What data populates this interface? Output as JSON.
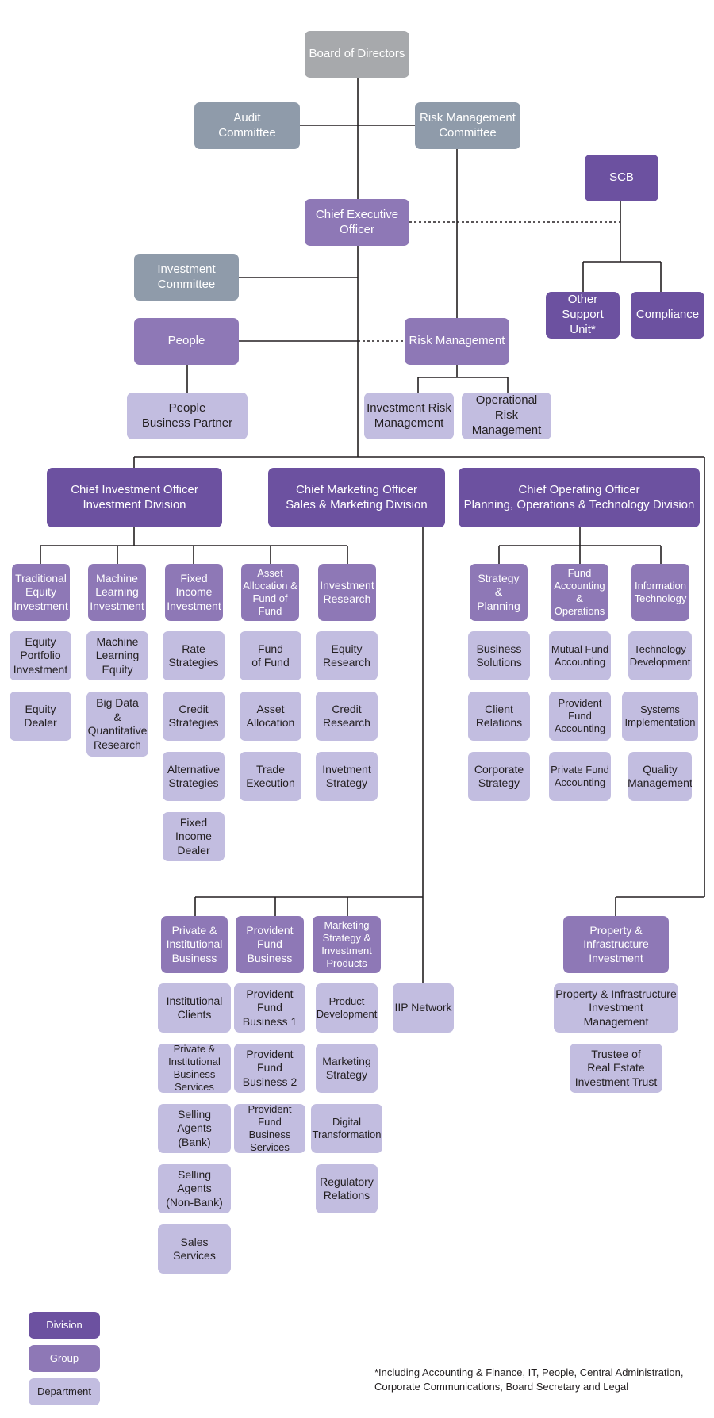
{
  "colors": {
    "gray": "#a7a9ac",
    "slate": "#8f9baa",
    "division": "#6c51a0",
    "group": "#8e78b6",
    "department": "#c2bde0",
    "line": "#231f20"
  },
  "nodes": {
    "board": "Board of Directors",
    "audit": "Audit\nCommittee",
    "riskCommittee": "Risk Management\nCommittee",
    "scb": "SCB",
    "ceo": "Chief Executive\nOfficer",
    "investmentCommittee": "Investment\nCommittee",
    "otherSupport": "Other\nSupport Unit*",
    "compliance": "Compliance",
    "people": "People",
    "riskManagement": "Risk Management",
    "peoplePartner": "People\nBusiness Partner",
    "investmentRisk": "Investment Risk\nManagement",
    "operationalRisk": "Operational Risk\nManagement",
    "cio": "Chief Investment Officer\nInvestment Division",
    "cmo": "Chief Marketing Officer\nSales & Marketing Division",
    "coo": "Chief Operating Officer\nPlanning, Operations & Technology Division",
    "traditionalEquity": "Traditional\nEquity\nInvestment",
    "mlInvestment": "Machine\nLearning\nInvestment",
    "fixedIncome": "Fixed\nIncome\nInvestment",
    "assetAllocation": "Asset\nAllocation &\nFund of\nFund",
    "investmentResearch": "Investment\nResearch",
    "equityPortfolio": "Equity\nPortfolio\nInvestment",
    "equityDealer": "Equity\nDealer",
    "mlEquity": "Machine\nLearning\nEquity",
    "bigData": "Big Data\n&\nQuantitative\nResearch",
    "rateStrategies": "Rate\nStrategies",
    "creditStrategies": "Credit\nStrategies",
    "alternativeStrategies": "Alternative\nStrategies",
    "fixedIncomeDealer": "Fixed\nIncome\nDealer",
    "fundOfFund": "Fund\nof Fund",
    "assetAllocationDept": "Asset\nAllocation",
    "tradeExecution": "Trade\nExecution",
    "equityResearch": "Equity\nResearch",
    "creditResearch": "Credit\nResearch",
    "invetmentStrategy": "Invetment\nStrategy",
    "strategyPlanning": "Strategy\n&\nPlanning",
    "fundAccounting": "Fund\nAccounting\n& Operations",
    "informationTechnology": "Information\nTechnology",
    "businessSolutions": "Business\nSolutions",
    "clientRelations": "Client\nRelations",
    "corporateStrategy": "Corporate\nStrategy",
    "mutualFundAccounting": "Mutual Fund\nAccounting",
    "providentFundAccounting": "Provident\nFund\nAccounting",
    "privateFundAccounting": "Private Fund\nAccounting",
    "technologyDevelopment": "Technology\nDevelopment",
    "systemsImplementation": "Systems\nImplementation",
    "qualityManagement": "Quality\nManagement",
    "privateInstitutional": "Private &\nInstitutional\nBusiness",
    "providentFundBusiness": "Provident\nFund\nBusiness",
    "marketingStrategyProducts": "Marketing\nStrategy &\nInvestment\nProducts",
    "iipNetwork": "IIP Network",
    "institutionalClients": "Institutional\nClients",
    "privateInstitutionalServices": "Private &\nInstitutional\nBusiness\nServices",
    "sellingAgentsBank": "Selling Agents\n(Bank)",
    "sellingAgentsNonBank": "Selling Agents\n(Non-Bank)",
    "salesServices": "Sales\nServices",
    "providentFundBusiness1": "Provident\nFund\nBusiness 1",
    "providentFundBusiness2": "Provident\nFund\nBusiness 2",
    "providentFundBusinessServices": "Provident\nFund\nBusiness\nServices",
    "productDevelopment": "Product\nDevelopment",
    "marketingStrategy": "Marketing\nStrategy",
    "digitalTransformation": "Digital\nTransformation",
    "regulatoryRelations": "Regulatory\nRelations",
    "propertyInfrastructureInvestment": "Property &\nInfrastructure\nInvestment",
    "propertyInfrastructureManagement": "Property & Infrastructure\nInvestment\nManagement",
    "trusteeReit": "Trustee of\nReal Estate\nInvestment Trust"
  },
  "legend": {
    "division": "Division",
    "group": "Group",
    "department": "Department"
  },
  "footnote": "*Including Accounting & Finance, IT, People, Central Administration,\nCorporate Communications, Board Secretary and Legal"
}
